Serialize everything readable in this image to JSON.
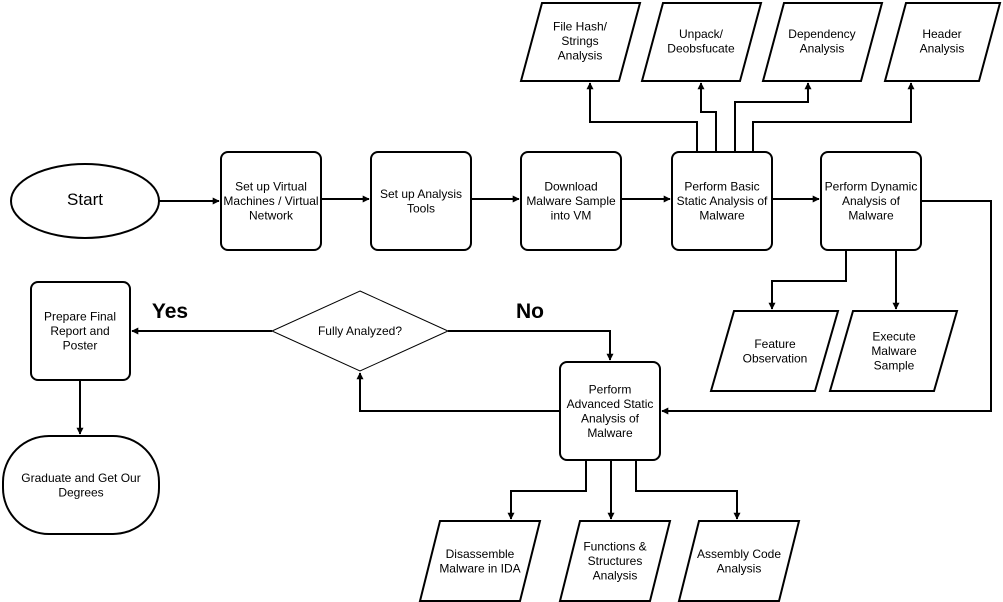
{
  "diagram": {
    "nodes": [
      {
        "id": "start",
        "lines": [
          "Start"
        ]
      },
      {
        "id": "setup-vm",
        "lines": [
          "Set up Virtual",
          "Machines / Virtual",
          "Network"
        ]
      },
      {
        "id": "setup-tools",
        "lines": [
          "Set up Analysis",
          "Tools"
        ]
      },
      {
        "id": "download",
        "lines": [
          "Download",
          "Malware Sample",
          "into VM"
        ]
      },
      {
        "id": "basic-static",
        "lines": [
          "Perform Basic",
          "Static Analysis of",
          "Malware"
        ]
      },
      {
        "id": "dynamic",
        "lines": [
          "Perform Dynamic",
          "Analysis of",
          "Malware"
        ]
      },
      {
        "id": "file-hash",
        "lines": [
          "File Hash/",
          "Strings",
          "Analysis"
        ]
      },
      {
        "id": "unpack",
        "lines": [
          "Unpack/",
          "Deobsfucate"
        ]
      },
      {
        "id": "dependency",
        "lines": [
          "Dependency",
          "Analysis"
        ]
      },
      {
        "id": "header",
        "lines": [
          "Header",
          "Analysis"
        ]
      },
      {
        "id": "feature-observation",
        "lines": [
          "Feature",
          "Observation"
        ]
      },
      {
        "id": "execute-sample",
        "lines": [
          "Execute",
          "Malware",
          "Sample"
        ]
      },
      {
        "id": "advanced-static",
        "lines": [
          "Perform",
          "Advanced Static",
          "Analysis of",
          "Malware"
        ]
      },
      {
        "id": "fully-analyzed",
        "lines": [
          "Fully Analyzed?"
        ]
      },
      {
        "id": "final-report",
        "lines": [
          "Prepare Final",
          "Report and",
          "Poster"
        ]
      },
      {
        "id": "graduate",
        "lines": [
          "Graduate and Get Our",
          "Degrees"
        ]
      },
      {
        "id": "disassemble",
        "lines": [
          "Disassemble",
          "Malware in IDA"
        ]
      },
      {
        "id": "functions",
        "lines": [
          "Functions &",
          "Structures",
          "Analysis"
        ]
      },
      {
        "id": "assembly",
        "lines": [
          "Assembly Code",
          "Analysis"
        ]
      }
    ],
    "edge_labels": {
      "yes": "Yes",
      "no": "No"
    }
  }
}
